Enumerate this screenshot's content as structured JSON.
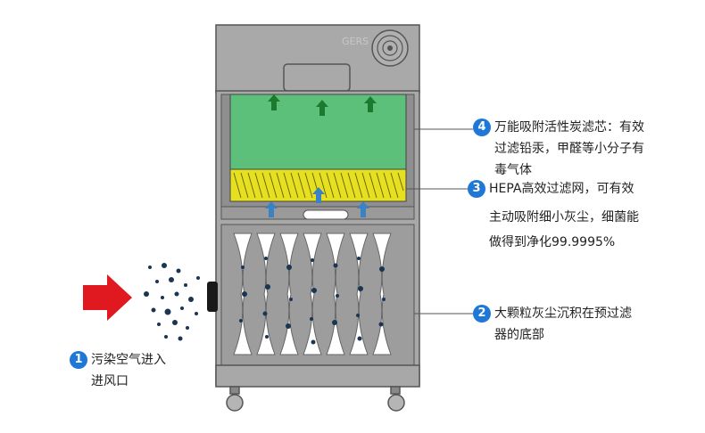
{
  "colors": {
    "cabinet": "#a8a8a8",
    "carbon_filter": "#5cc07a",
    "hepa_filter": "#e7e020",
    "arrow_up_green": "#1c7a2e",
    "arrow_up_blue": "#3a82c4",
    "inlet_arrow": "#e0181f",
    "badge": "#1f78d6",
    "particles": "#1a3552"
  },
  "diagram": {
    "brand_text": "GERS",
    "icons": [
      "fan-icon",
      "inlet-arrow-icon",
      "particle-cloud",
      "wheel-icon"
    ]
  },
  "callouts": [
    {
      "num": "1",
      "lines": [
        "污染空气进入",
        "进风口"
      ]
    },
    {
      "num": "2",
      "lines": [
        "大颗粒灰尘沉积在预过滤",
        "器的底部"
      ]
    },
    {
      "num": "3",
      "lines": [
        "HEPA高效过滤网，可有效",
        "主动吸附细小灰尘，细菌能",
        "做得到净化99.9995%"
      ]
    },
    {
      "num": "4",
      "lines": [
        "万能吸附活性炭滤芯：有效",
        "过滤铅汞，甲醛等小分子有",
        "毒气体"
      ]
    }
  ]
}
